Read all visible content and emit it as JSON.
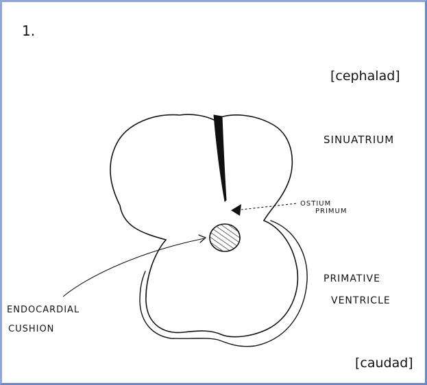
{
  "figure_number": "1.",
  "labels": {
    "cephalad": "[cephalad]",
    "sinuatrium": "SINUATRIUM",
    "ostium_line1": "OSTIUM",
    "ostium_line2": "PRIMUM",
    "ventricle_line1": "PRIMATIVE",
    "ventricle_line2": "VENTRICLE",
    "cushion_line1": "ENDOCARDIAL",
    "cushion_line2": "CUSHION",
    "caudad": "[caudad]"
  },
  "colors": {
    "ink": "#111111",
    "frame": "#8fa6d8",
    "background": "#ffffff"
  }
}
